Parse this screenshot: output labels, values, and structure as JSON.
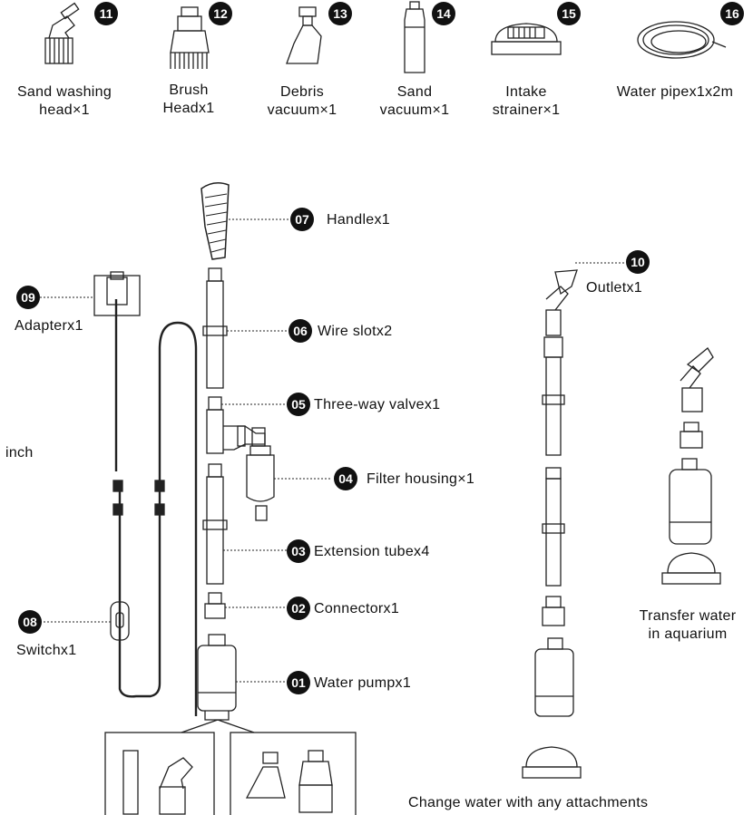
{
  "top_accessories": [
    {
      "num": "11",
      "line1": "Sand washing",
      "line2": "head×1"
    },
    {
      "num": "12",
      "line1": "Brush",
      "line2": "Headx1"
    },
    {
      "num": "13",
      "line1": "Debris",
      "line2": "vacuum×1"
    },
    {
      "num": "14",
      "line1": "Sand",
      "line2": "vacuum×1"
    },
    {
      "num": "15",
      "line1": "Intake",
      "line2": "strainer×1"
    },
    {
      "num": "16",
      "line1": "Water pipex1x2m",
      "line2": ""
    }
  ],
  "parts": [
    {
      "num": "07",
      "label": "Handlex1"
    },
    {
      "num": "06",
      "label": "Wire slotx2"
    },
    {
      "num": "05",
      "label": "Three-way valvex1"
    },
    {
      "num": "04",
      "label": "Filter housing×1"
    },
    {
      "num": "03",
      "label": "Extension tubex4"
    },
    {
      "num": "02",
      "label": "Connectorx1"
    },
    {
      "num": "01",
      "label": "Water pumpx1"
    },
    {
      "num": "09",
      "label": "Adapterx1"
    },
    {
      "num": "08",
      "label": "Switchx1"
    },
    {
      "num": "10",
      "label": "Outletx1"
    }
  ],
  "side_text": "inch",
  "transfer_caption": {
    "line1": "Transfer water",
    "line2": "in aquarium"
  },
  "change_caption": "Change water with any attachments"
}
